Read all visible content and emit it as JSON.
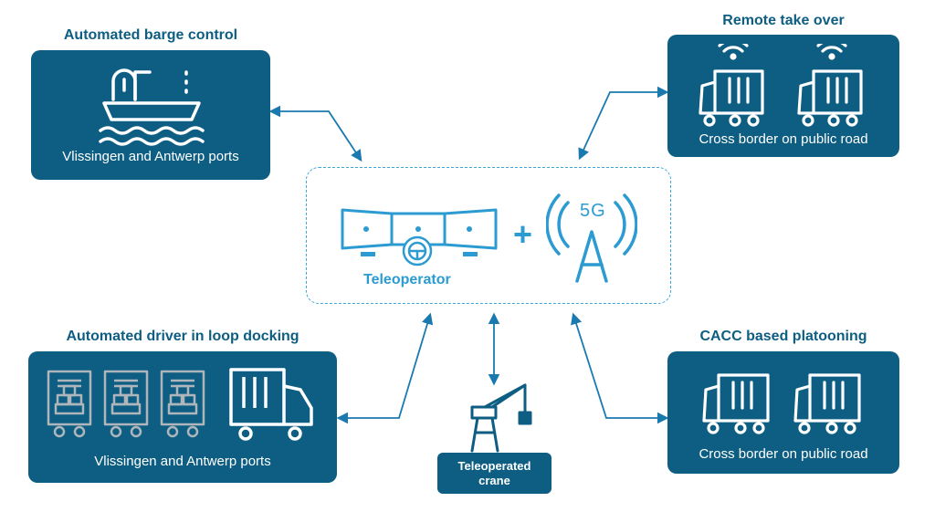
{
  "nodes": {
    "barge": {
      "title": "Automated barge control",
      "caption": "Vlissingen and Antwerp ports",
      "icon": "barge-icon"
    },
    "remote": {
      "title": "Remote take over",
      "caption": "Cross border on public road",
      "icon": "truck-wireless-icon"
    },
    "docking": {
      "title": "Automated driver in loop docking",
      "caption": "Vlissingen and Antwerp ports",
      "icon": "truck-cargo-icon"
    },
    "platoon": {
      "title": "CACC based platooning",
      "caption": "Cross border on public road",
      "icon": "truck-icon"
    },
    "crane": {
      "line1": "Teleoperated",
      "line2": "crane",
      "icon": "crane-icon"
    }
  },
  "hub": {
    "label": "Teleoperator",
    "plus": "+",
    "network_label": "5G",
    "icons": [
      "monitor-array-icon",
      "steering-wheel-icon",
      "antenna-5g-icon"
    ]
  },
  "colors": {
    "dark_box": "#0d5e82",
    "accent": "#2b9bd1",
    "dashed_border": "#3aa9d9"
  }
}
